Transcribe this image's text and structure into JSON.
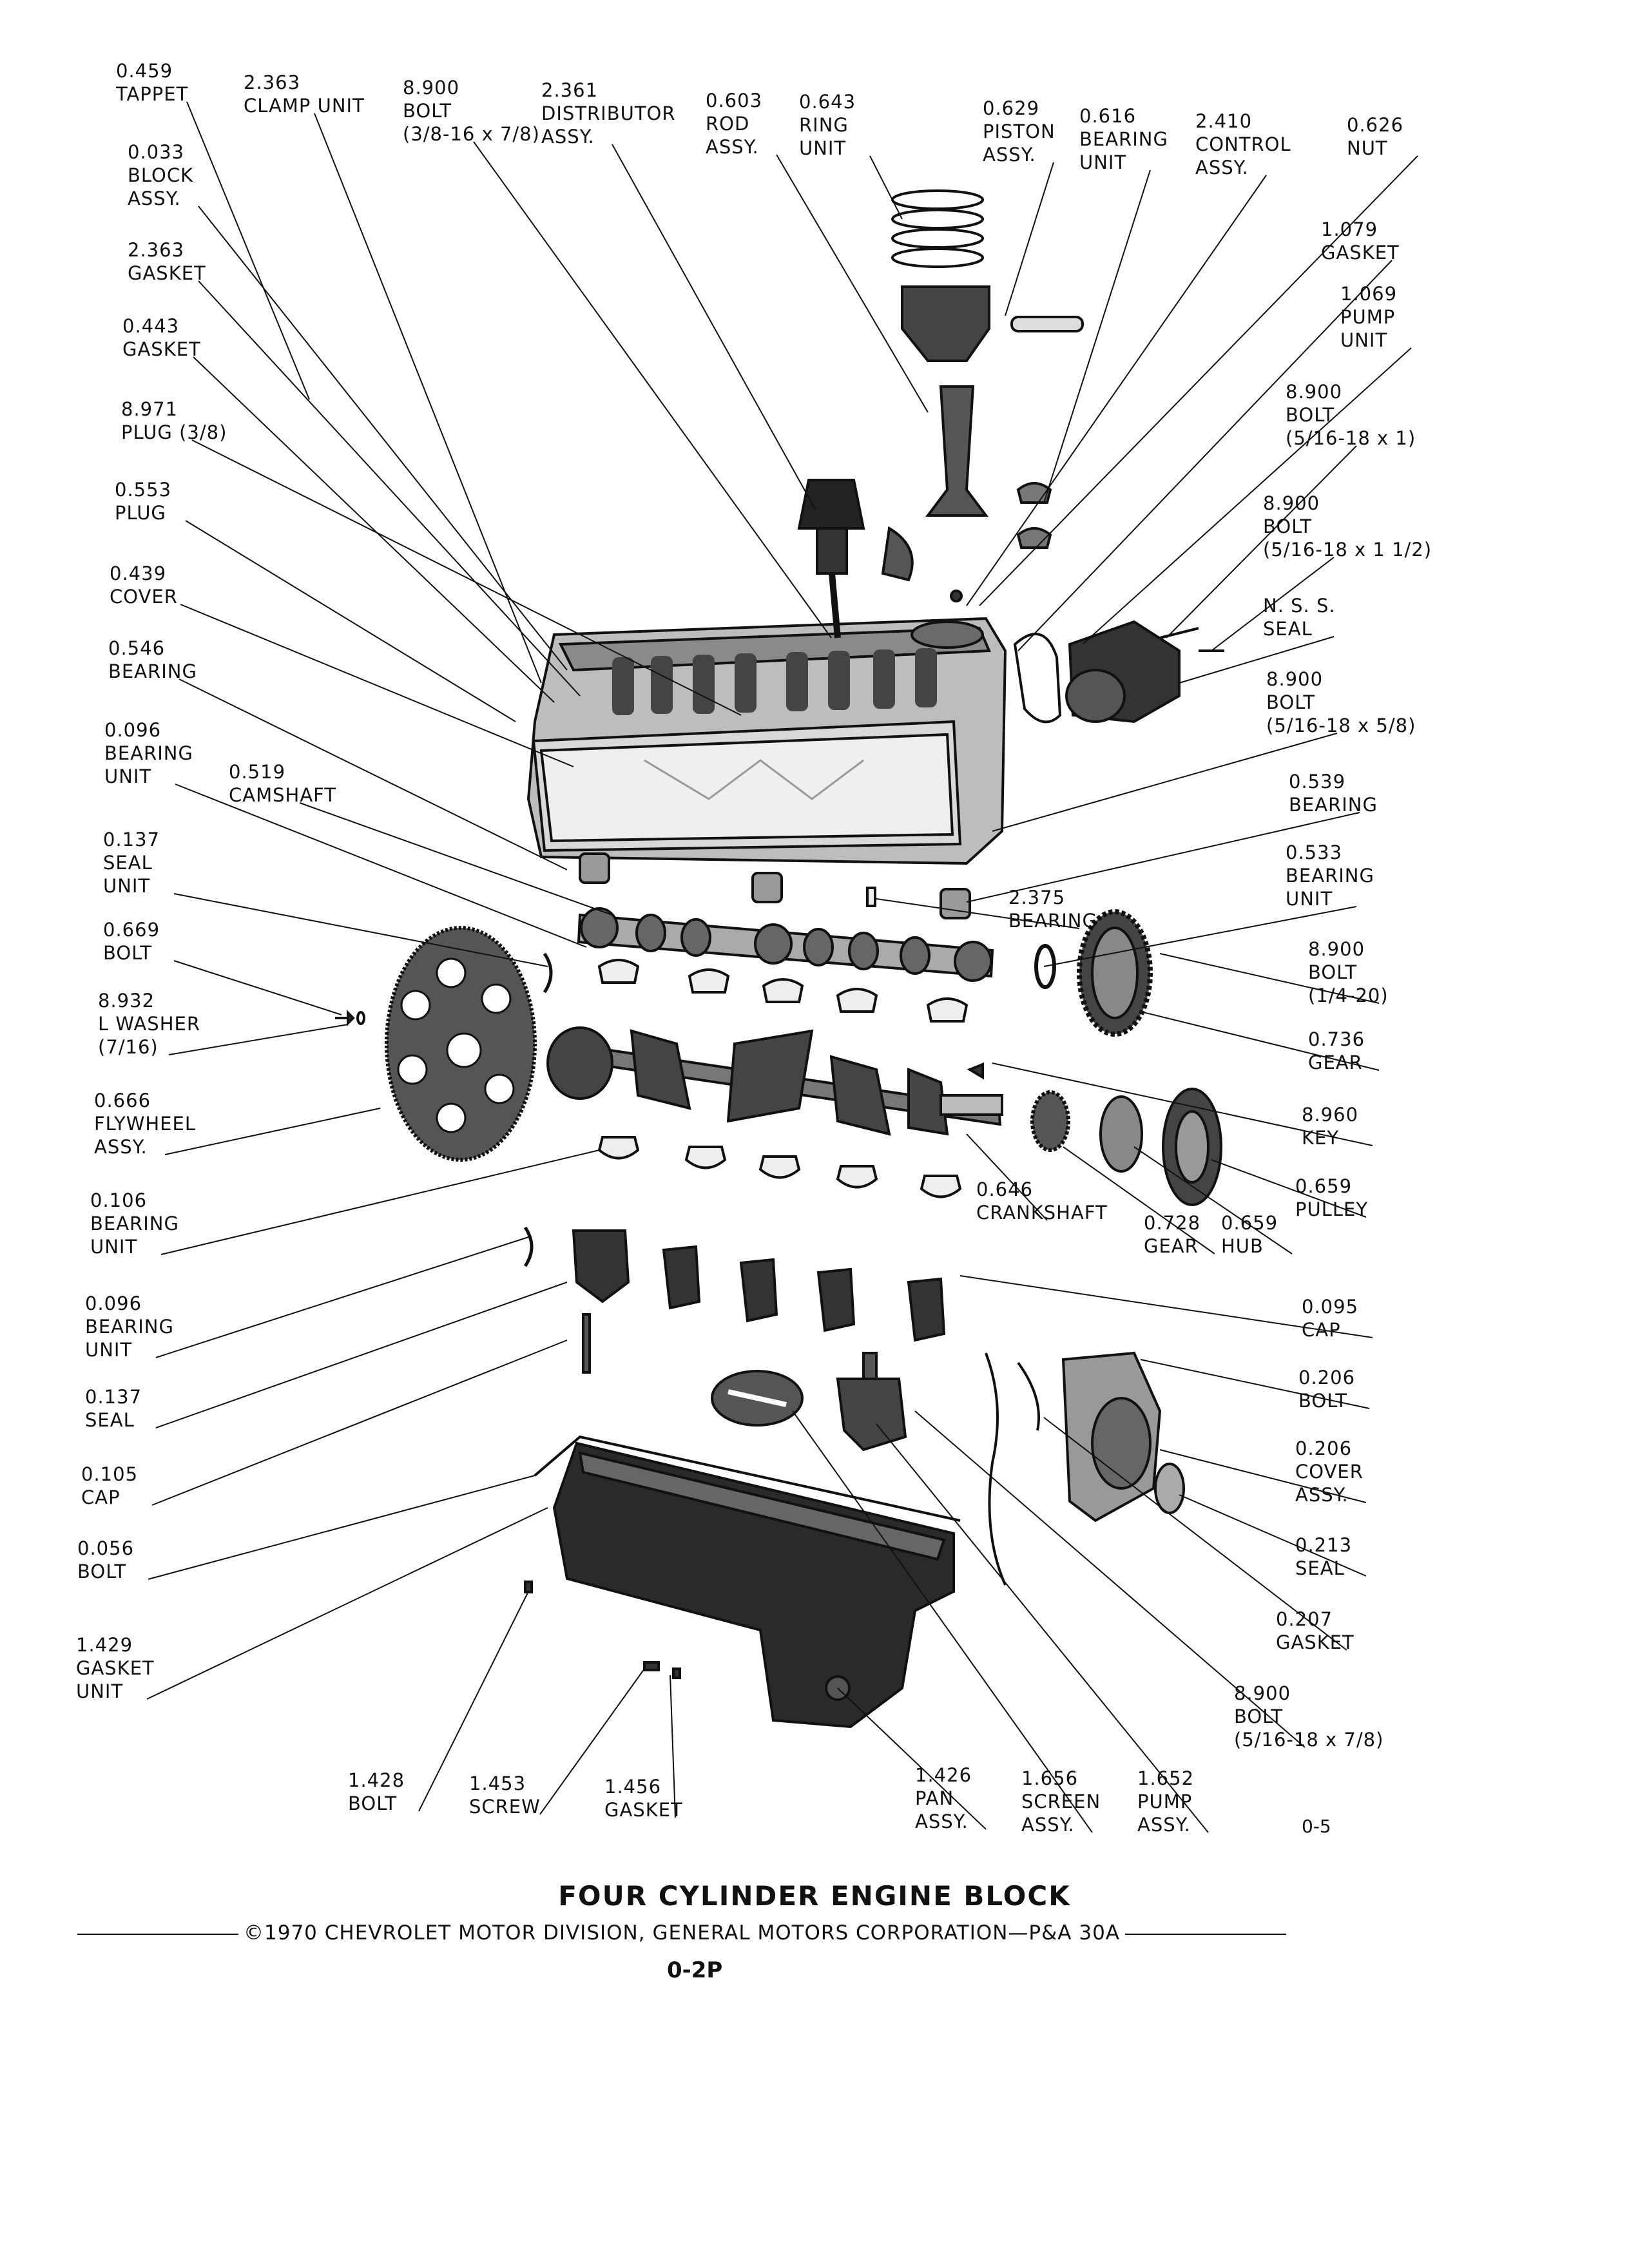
{
  "page": {
    "title": "FOUR CYLINDER ENGINE BLOCK",
    "copyright": "©1970 CHEVROLET MOTOR DIVISION, GENERAL MOTORS CORPORATION—P&A 30A",
    "code": "0-2P",
    "page_ref": "0-5"
  },
  "labels": [
    {
      "id": "tappet",
      "lines": [
        "0.459",
        "TAPPET"
      ]
    },
    {
      "id": "clamp-unit",
      "lines": [
        "2.363",
        "CLAMP UNIT"
      ]
    },
    {
      "id": "bolt-top",
      "lines": [
        "8.900",
        "BOLT",
        "(3/8-16 x 7/8)"
      ]
    },
    {
      "id": "distributor-assy",
      "lines": [
        "2.361",
        "DISTRIBUTOR",
        "ASSY."
      ]
    },
    {
      "id": "rod-assy",
      "lines": [
        "0.603",
        "ROD",
        "ASSY."
      ]
    },
    {
      "id": "ring-unit",
      "lines": [
        "0.643",
        "RING",
        "UNIT"
      ]
    },
    {
      "id": "piston-assy",
      "lines": [
        "0.629",
        "PISTON",
        "ASSY."
      ]
    },
    {
      "id": "bearing-unit-top",
      "lines": [
        "0.616",
        "BEARING",
        "UNIT"
      ]
    },
    {
      "id": "control-assy",
      "lines": [
        "2.410",
        "CONTROL",
        "ASSY."
      ]
    },
    {
      "id": "nut",
      "lines": [
        "0.626",
        "NUT"
      ]
    },
    {
      "id": "block-assy",
      "lines": [
        "0.033",
        "BLOCK",
        "ASSY."
      ]
    },
    {
      "id": "gasket-2363",
      "lines": [
        "2.363",
        "GASKET"
      ]
    },
    {
      "id": "gasket-0443",
      "lines": [
        "0.443",
        "GASKET"
      ]
    },
    {
      "id": "plug-8971",
      "lines": [
        "8.971",
        "PLUG (3/8)"
      ]
    },
    {
      "id": "plug-0553",
      "lines": [
        "0.553",
        "PLUG"
      ]
    },
    {
      "id": "cover-0439",
      "lines": [
        "0.439",
        "COVER"
      ]
    },
    {
      "id": "bearing-0546",
      "lines": [
        "0.546",
        "BEARING"
      ]
    },
    {
      "id": "bearing-unit-0096a",
      "lines": [
        "0.096",
        "BEARING",
        "UNIT"
      ]
    },
    {
      "id": "camshaft",
      "lines": [
        "0.519",
        "CAMSHAFT"
      ]
    },
    {
      "id": "seal-unit-0137",
      "lines": [
        "0.137",
        "SEAL",
        "UNIT"
      ]
    },
    {
      "id": "bolt-0669",
      "lines": [
        "0.669",
        "BOLT"
      ]
    },
    {
      "id": "lwasher",
      "lines": [
        "8.932",
        "L WASHER",
        "(7/16)"
      ]
    },
    {
      "id": "flywheel-assy",
      "lines": [
        "0.666",
        "FLYWHEEL",
        "ASSY."
      ]
    },
    {
      "id": "bearing-unit-0106",
      "lines": [
        "0.106",
        "BEARING",
        "UNIT"
      ]
    },
    {
      "id": "bearing-unit-0096b",
      "lines": [
        "0.096",
        "BEARING",
        "UNIT"
      ]
    },
    {
      "id": "seal-0137",
      "lines": [
        "0.137",
        "SEAL"
      ]
    },
    {
      "id": "cap-0105",
      "lines": [
        "0.105",
        "CAP"
      ]
    },
    {
      "id": "bolt-0056",
      "lines": [
        "0.056",
        "BOLT"
      ]
    },
    {
      "id": "gasket-unit-1429",
      "lines": [
        "1.429",
        "GASKET",
        "UNIT"
      ]
    },
    {
      "id": "gasket-1079",
      "lines": [
        "1.079",
        "GASKET"
      ]
    },
    {
      "id": "pump-unit-1069",
      "lines": [
        "1.069",
        "PUMP",
        "UNIT"
      ]
    },
    {
      "id": "bolt-r1",
      "lines": [
        "8.900",
        "BOLT",
        "(5/16-18 x 1)"
      ]
    },
    {
      "id": "bolt-r2",
      "lines": [
        "8.900",
        "BOLT",
        "(5/16-18 x 1 1/2)"
      ]
    },
    {
      "id": "nss-seal",
      "lines": [
        "N. S. S.",
        "SEAL"
      ]
    },
    {
      "id": "bolt-r3",
      "lines": [
        "8.900",
        "BOLT",
        "(5/16-18 x 5/8)"
      ]
    },
    {
      "id": "bearing-0539",
      "lines": [
        "0.539",
        "BEARING"
      ]
    },
    {
      "id": "bearing-unit-0533",
      "lines": [
        "0.533",
        "BEARING",
        "UNIT"
      ]
    },
    {
      "id": "bearing-2375",
      "lines": [
        "2.375",
        "BEARING"
      ]
    },
    {
      "id": "bolt-r4",
      "lines": [
        "8.900",
        "BOLT",
        "(1/4-20)"
      ]
    },
    {
      "id": "gear-0736",
      "lines": [
        "0.736",
        "GEAR"
      ]
    },
    {
      "id": "key-8960",
      "lines": [
        "8.960",
        "KEY"
      ]
    },
    {
      "id": "pulley-0659",
      "lines": [
        "0.659",
        "PULLEY"
      ]
    },
    {
      "id": "crankshaft",
      "lines": [
        "0.646",
        "CRANKSHAFT"
      ]
    },
    {
      "id": "gear-0728",
      "lines": [
        "0.728",
        "GEAR"
      ]
    },
    {
      "id": "hub-0659",
      "lines": [
        "0.659",
        "HUB"
      ]
    },
    {
      "id": "cap-0095",
      "lines": [
        "0.095",
        "CAP"
      ]
    },
    {
      "id": "bolt-0206",
      "lines": [
        "0.206",
        "BOLT"
      ]
    },
    {
      "id": "cover-assy-0206",
      "lines": [
        "0.206",
        "COVER",
        "ASSY."
      ]
    },
    {
      "id": "seal-0213",
      "lines": [
        "0.213",
        "SEAL"
      ]
    },
    {
      "id": "gasket-0207",
      "lines": [
        "0.207",
        "GASKET"
      ]
    },
    {
      "id": "bolt-r5",
      "lines": [
        "8.900",
        "BOLT",
        "(5/16-18 x 7/8)"
      ]
    },
    {
      "id": "bolt-1428",
      "lines": [
        "1.428",
        "BOLT"
      ]
    },
    {
      "id": "screw-1453",
      "lines": [
        "1.453",
        "SCREW"
      ]
    },
    {
      "id": "gasket-1456",
      "lines": [
        "1.456",
        "GASKET"
      ]
    },
    {
      "id": "pan-assy",
      "lines": [
        "1.426",
        "PAN",
        "ASSY."
      ]
    },
    {
      "id": "screen-assy",
      "lines": [
        "1.656",
        "SCREEN",
        "ASSY."
      ]
    },
    {
      "id": "pump-assy-1652",
      "lines": [
        "1.652",
        "PUMP",
        "ASSY."
      ]
    }
  ]
}
